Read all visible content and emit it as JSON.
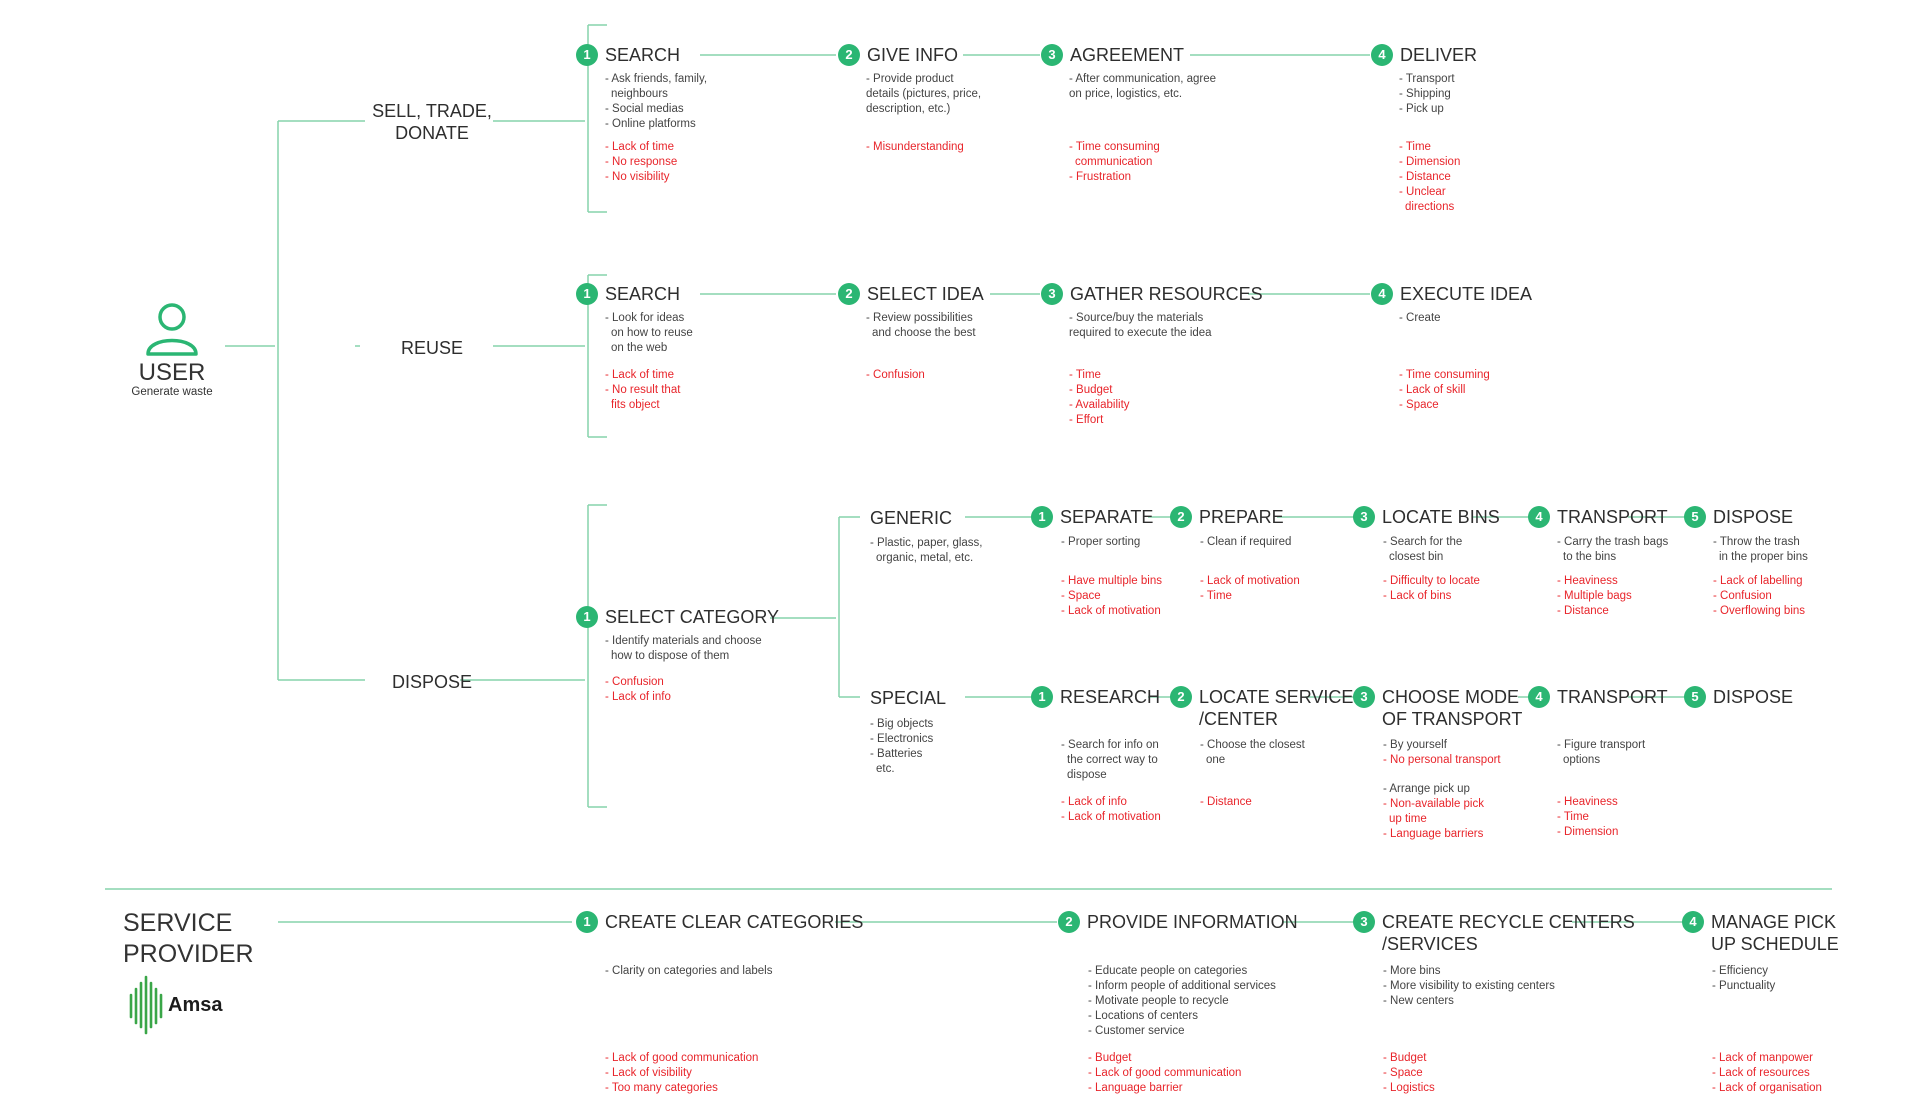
{
  "user": {
    "title": "USER",
    "subtitle": "Generate waste",
    "icon": "user-icon"
  },
  "branches": {
    "sell": "SELL, TRADE,\nDONATE",
    "reuse": "REUSE",
    "dispose": "DISPOSE"
  },
  "sell": {
    "steps": [
      {
        "num": "1",
        "title": "SEARCH",
        "notes": [
          "- Ask friends, family,",
          "  neighbours",
          "- Social medias",
          "- Online platforms"
        ],
        "pains": [
          "- Lack of time",
          "- No response",
          "- No visibility"
        ]
      },
      {
        "num": "2",
        "title": "GIVE INFO",
        "notes": [
          "- Provide product",
          "details (pictures, price,",
          "description, etc.)"
        ],
        "pains": [
          "- Misunderstanding"
        ]
      },
      {
        "num": "3",
        "title": "AGREEMENT",
        "notes": [
          "- After communication, agree",
          "on price, logistics, etc."
        ],
        "pains": [
          "- Time consuming",
          "  communication",
          "- Frustration"
        ]
      },
      {
        "num": "4",
        "title": "DELIVER",
        "notes": [
          "- Transport",
          "- Shipping",
          "- Pick up"
        ],
        "pains": [
          "- Time",
          "- Dimension",
          "- Distance",
          "- Unclear",
          "  directions"
        ]
      }
    ]
  },
  "reuse": {
    "steps": [
      {
        "num": "1",
        "title": "SEARCH",
        "notes": [
          "- Look for ideas",
          "  on how to reuse",
          "  on the web"
        ],
        "pains": [
          "- Lack of time",
          "- No result that",
          "  fits object"
        ]
      },
      {
        "num": "2",
        "title": "SELECT IDEA",
        "notes": [
          "- Review possibilities",
          "  and choose the best"
        ],
        "pains": [
          "- Confusion"
        ]
      },
      {
        "num": "3",
        "title": "GATHER RESOURCES",
        "notes": [
          "- Source/buy the materials",
          "required to execute the idea"
        ],
        "pains": [
          "- Time",
          "- Budget",
          "- Availability",
          "- Effort"
        ]
      },
      {
        "num": "4",
        "title": "EXECUTE IDEA",
        "notes": [
          "- Create"
        ],
        "pains": [
          "- Time consuming",
          "- Lack of skill",
          "- Space"
        ]
      }
    ]
  },
  "dispose": {
    "select": {
      "num": "1",
      "title": "SELECT CATEGORY",
      "notes": [
        "- Identify materials and choose",
        "  how to dispose of them"
      ],
      "pains": [
        "- Confusion",
        "- Lack of info"
      ]
    },
    "generic": {
      "title": "GENERIC",
      "notes": [
        "- Plastic, paper, glass,",
        "  organic, metal, etc."
      ],
      "steps": [
        {
          "num": "1",
          "title": "SEPARATE",
          "notes": [
            "- Proper sorting"
          ],
          "pains": [
            "- Have multiple bins",
            "- Space",
            "- Lack of motivation"
          ]
        },
        {
          "num": "2",
          "title": "PREPARE",
          "notes": [
            "- Clean if required"
          ],
          "pains": [
            "- Lack of motivation",
            "- Time"
          ]
        },
        {
          "num": "3",
          "title": "LOCATE BINS",
          "notes": [
            "- Search for the",
            "  closest bin"
          ],
          "pains": [
            "- Difficulty to locate",
            "- Lack of bins"
          ]
        },
        {
          "num": "4",
          "title": "TRANSPORT",
          "notes": [
            "- Carry the trash bags",
            "  to the bins"
          ],
          "pains": [
            "- Heaviness",
            "- Multiple bags",
            "- Distance"
          ]
        },
        {
          "num": "5",
          "title": "DISPOSE",
          "notes": [
            "- Throw the trash",
            "  in the proper bins"
          ],
          "pains": [
            "- Lack of labelling",
            "- Confusion",
            "- Overflowing bins"
          ]
        }
      ]
    },
    "special": {
      "title": "SPECIAL",
      "notes": [
        "- Big objects",
        "- Electronics",
        "- Batteries",
        "  etc."
      ],
      "steps": [
        {
          "num": "1",
          "title": "RESEARCH",
          "notes": [
            "- Search for info on",
            "  the correct way to",
            "  dispose"
          ],
          "pains": [
            "- Lack of info",
            "- Lack of motivation"
          ]
        },
        {
          "num": "2",
          "title": "LOCATE SERVICE\n/CENTER",
          "notes": [
            "- Choose the closest",
            "  one"
          ],
          "pains": [
            "- Distance"
          ]
        },
        {
          "num": "3",
          "title": "CHOOSE MODE\nOF TRANSPORT",
          "notes": [
            "- By yourself"
          ],
          "pains": [
            "- No personal transport"
          ],
          "notes2": [
            "- Arrange pick up"
          ],
          "pains2": [
            "- Non-available pick",
            "  up time",
            "- Language barriers"
          ]
        },
        {
          "num": "4",
          "title": "TRANSPORT",
          "notes": [
            "- Figure transport",
            "  options"
          ],
          "pains": [
            "- Heaviness",
            "- Time",
            "- Dimension"
          ]
        },
        {
          "num": "5",
          "title": "DISPOSE",
          "notes": [],
          "pains": []
        }
      ]
    }
  },
  "provider": {
    "title": "SERVICE\nPROVIDER",
    "logo_text": "Amsa",
    "steps": [
      {
        "num": "1",
        "title": "CREATE CLEAR CATEGORIES",
        "notes": [
          "- Clarity on categories and labels"
        ],
        "pains": [
          "- Lack of good communication",
          "- Lack of visibility",
          "- Too many categories"
        ]
      },
      {
        "num": "2",
        "title": "PROVIDE INFORMATION",
        "notes": [
          "- Educate people on categories",
          "- Inform people of additional services",
          "- Motivate people to recycle",
          "- Locations of centers",
          "- Customer service"
        ],
        "pains": [
          "- Budget",
          "-  Lack of good communication",
          "- Language barrier"
        ]
      },
      {
        "num": "3",
        "title": "CREATE RECYCLE CENTERS\n/SERVICES",
        "notes": [
          "- More bins",
          "- More visibility to existing centers",
          "- New centers"
        ],
        "pains": [
          "- Budget",
          "- Space",
          "- Logistics"
        ]
      },
      {
        "num": "4",
        "title": "MANAGE PICK\nUP SCHEDULE",
        "notes": [
          "- Efficiency",
          "- Punctuality"
        ],
        "pains": [
          "- Lack of manpower",
          "- Lack of resources",
          "- Lack of organisation"
        ]
      }
    ]
  },
  "colors": {
    "accent": "#2bb673",
    "line": "#86d3ac",
    "pain": "#e8252b"
  }
}
